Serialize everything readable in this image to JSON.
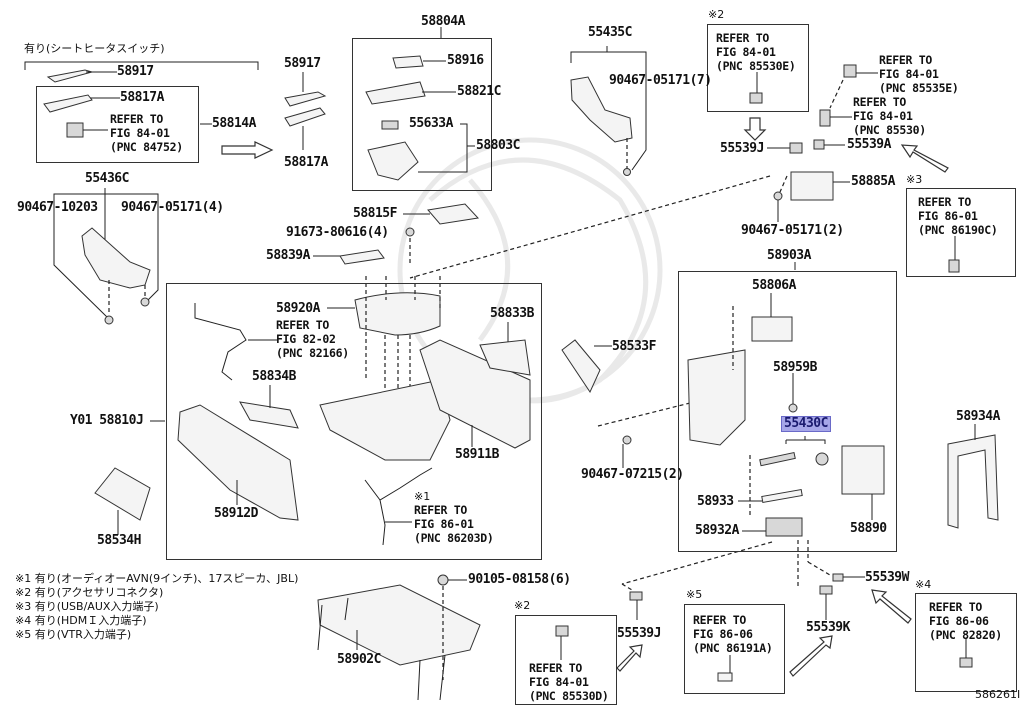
{
  "diagram": {
    "figure_id": "586261I",
    "highlighted_part": "55430C",
    "highlight_color": "#a6a6e8"
  },
  "headers": {
    "seat_heater_switch": "有り(シートヒータスイッチ)"
  },
  "parts": {
    "p58917_a": "58917",
    "p58817A_a": "58817A",
    "p58814A": "58814A",
    "p58917_b": "58917",
    "p58817A_b": "58817A",
    "p58804A": "58804A",
    "p58916": "58916",
    "p58821C": "58821C",
    "p55633A": "55633A",
    "p58803C": "58803C",
    "p55435C": "55435C",
    "p90467_05171_7": "90467-05171(7)",
    "p55539J_top": "55539J",
    "p55539A": "55539A",
    "p58885A": "58885A",
    "p90467_05171_2": "90467-05171(2)",
    "p55436C": "55436C",
    "p90467_10203": "90467-10203",
    "p90467_05171_4": "90467-05171(4)",
    "p58815F": "58815F",
    "p91673_80616_4": "91673-80616(4)",
    "p58839A": "58839A",
    "p58903A": "58903A",
    "p58920A": "58920A",
    "p58833B": "58833B",
    "p58834B": "58834B",
    "p58810J": "Y01 58810J",
    "p58911B": "58911B",
    "p58912D": "58912D",
    "p58534H": "58534H",
    "p58533F": "58533F",
    "p90467_07215_2": "90467-07215(2)",
    "p58806A": "58806A",
    "p58959B": "58959B",
    "p55430C": "55430C",
    "p58933": "58933",
    "p58932A": "58932A",
    "p58890": "58890",
    "p58934A": "58934A",
    "p90105_08158_6": "90105-08158(6)",
    "p58902C": "58902C",
    "p55539J_bottom": "55539J",
    "p55539K": "55539K",
    "p55539W": "55539W"
  },
  "references": {
    "r84752": "REFER TO\nFIG 84-01\n(PNC 84752)",
    "r85530E": "REFER TO\nFIG 84-01\n(PNC 85530E)",
    "r85535E": "REFER TO\nFIG 84-01\n(PNC 85535E)",
    "r85530": "REFER TO\nFIG 84-01\n(PNC 85530)",
    "r86190C": "REFER TO\nFIG 86-01\n(PNC 86190C)",
    "r82166": "REFER TO\nFIG 82-02\n(PNC 82166)",
    "r86203D": "REFER TO\nFIG 86-01\n(PNC 86203D)",
    "r85530D": "REFER TO\nFIG 84-01\n(PNC 85530D)",
    "r86191A": "REFER TO\nFIG 86-06\n(PNC 86191A)",
    "r82820": "REFER TO\nFIG 86-06\n(PNC 82820)"
  },
  "markers": {
    "m1": "※1",
    "m2_top": "※2",
    "m3": "※3",
    "m2_bottom": "※2",
    "m5": "※5",
    "m4": "※4"
  },
  "notes": [
    {
      "mark": "※1",
      "text": "有り(オーディオーAVN(9インチ)、17スピーカ、JBL)"
    },
    {
      "mark": "※2",
      "text": "有り(アクセサリコネクタ)"
    },
    {
      "mark": "※3",
      "text": "有り(USB/AUX入力端子)"
    },
    {
      "mark": "※4",
      "text": "有り(HDMＩ入力端子)"
    },
    {
      "mark": "※5",
      "text": "有り(VTR入力端子)"
    }
  ]
}
